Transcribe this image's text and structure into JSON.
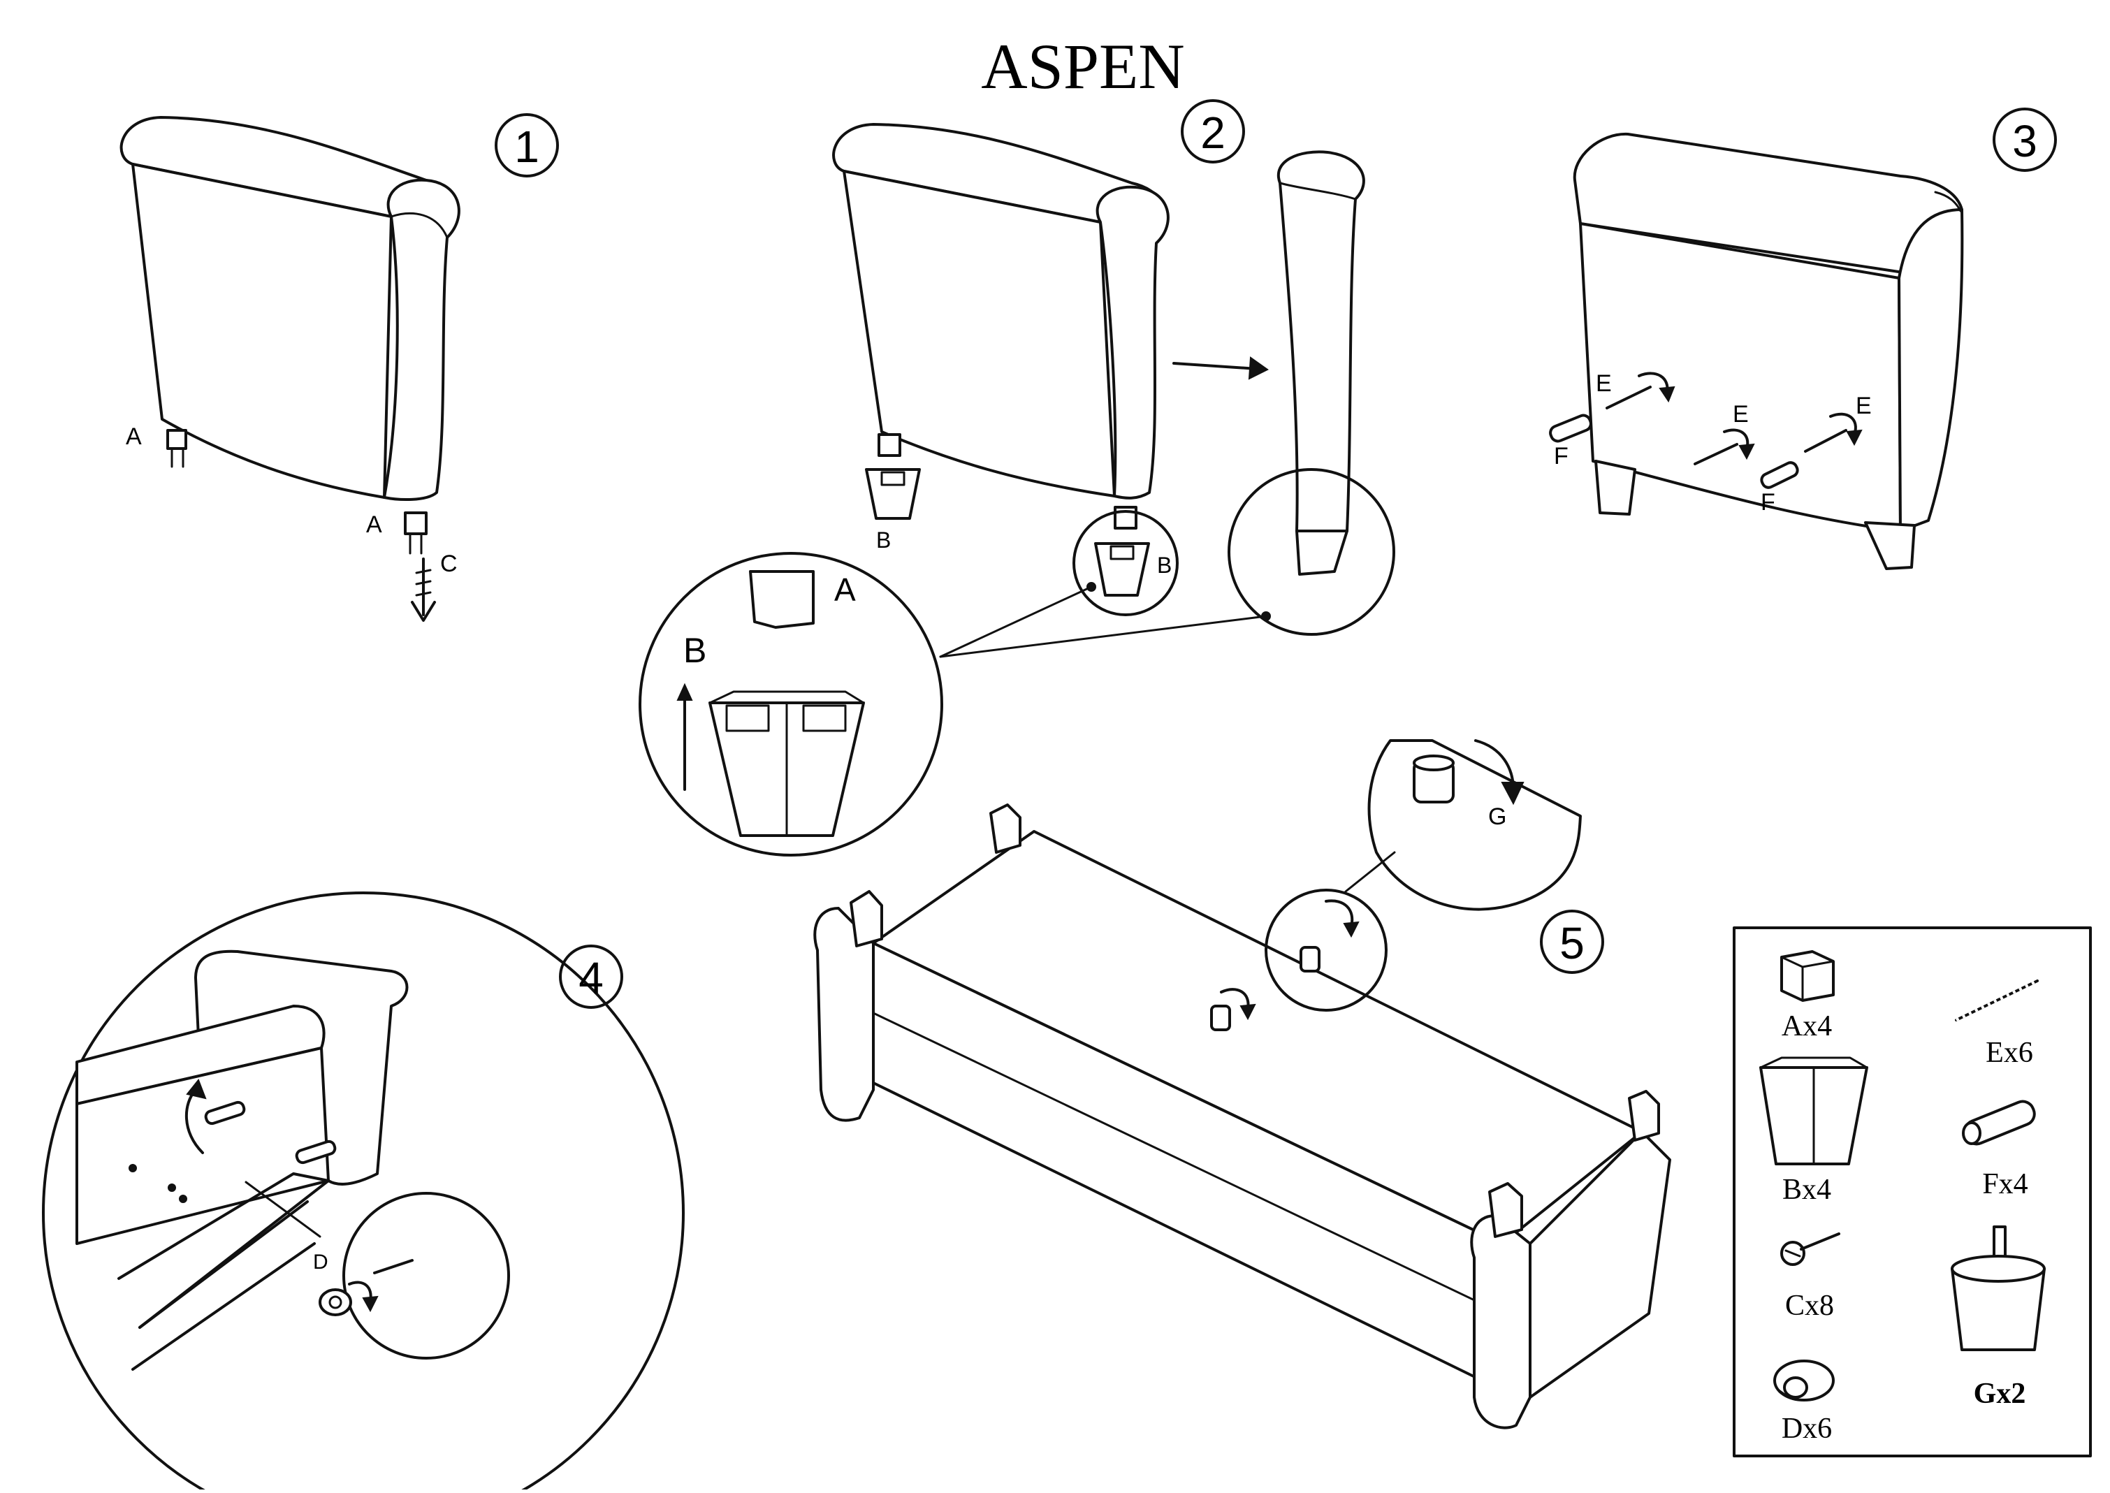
{
  "title": "ASPEN",
  "steps": {
    "s1": "1",
    "s2": "2",
    "s3": "3",
    "s4": "4",
    "s5": "5"
  },
  "labels": {
    "a": "A",
    "b": "B",
    "c": "C",
    "d": "D",
    "e": "E",
    "f": "F",
    "g": "G"
  },
  "parts": [
    {
      "label": "Ax4"
    },
    {
      "label": "Ex6"
    },
    {
      "label": "Bx4"
    },
    {
      "label": "Fx4"
    },
    {
      "label": "Cx8"
    },
    {
      "label": "Gx2"
    },
    {
      "label": "Dx6"
    }
  ]
}
